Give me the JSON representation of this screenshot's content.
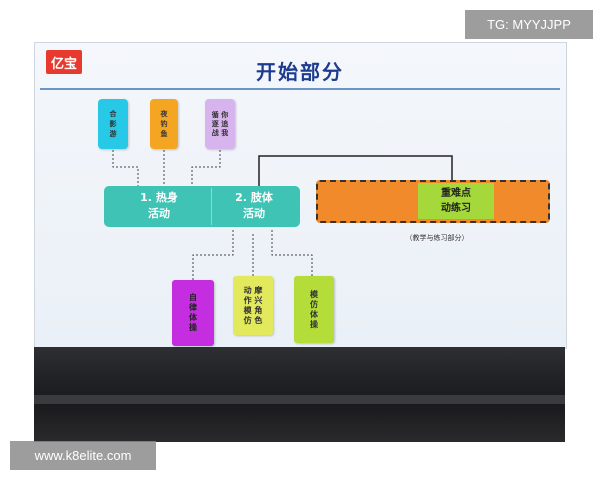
{
  "slide": {
    "logo_text": "亿宝",
    "title": "开始部分"
  },
  "top_tags": [
    {
      "text": "合\n影\n游",
      "color": "#28c9e6"
    },
    {
      "text": "夜\n钓\n鱼",
      "color": "#f4a622"
    },
    {
      "text": "循 你\n逐 追\n战 我",
      "color": "#d7b4ee"
    }
  ],
  "main_blocks": {
    "warmup": "1. 热身\n活动",
    "limbs": "2. 肢体\n活动",
    "color": "#3fc3b4"
  },
  "key_block": {
    "label": "重难点\n动练习",
    "note": "（教学与练习部分）",
    "outer_color": "#f08a2a",
    "inner_color": "#a5d83a"
  },
  "bottom_tags": [
    {
      "text": "自\n律\n体\n操",
      "color": "#c42ee0"
    },
    {
      "text": "动 摩\n作 兴\n模 角\n仿 色",
      "color": "#e2e95c"
    },
    {
      "text": "模\n仿\n体\n操",
      "color": "#b4dd3a"
    }
  ],
  "watermarks": {
    "top_right": "TG: MYYJJPP",
    "bottom_left": "www.k8elite.com"
  }
}
